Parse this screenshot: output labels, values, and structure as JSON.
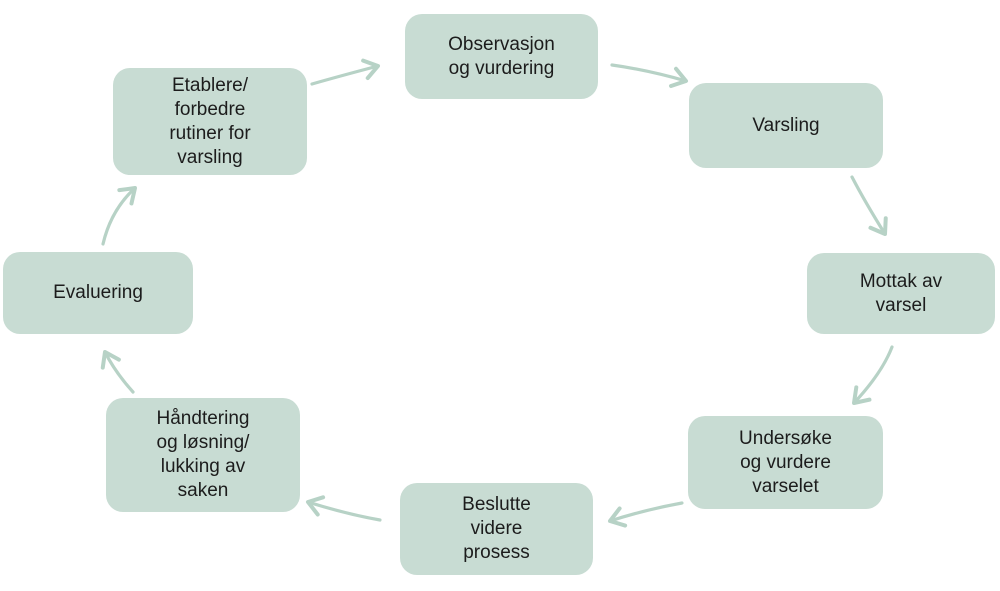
{
  "diagram": {
    "type": "cycle-flowchart",
    "language": "Norwegian",
    "colors": {
      "background": "#ffffff",
      "box_fill": "#c8dcd3",
      "arrow": "#b7d2c6",
      "text": "#1c1c1c"
    },
    "nodes": [
      {
        "id": "observasjon-og-vurdering",
        "label": "Observasjon\nog vurdering"
      },
      {
        "id": "varsling",
        "label": "Varsling"
      },
      {
        "id": "mottak-av-varsel",
        "label": "Mottak av\nvarsel"
      },
      {
        "id": "undersoke-og-vurdere-varselet",
        "label": "Undersøke\nog vurdere\nvarselet"
      },
      {
        "id": "beslutte-videre-prosess",
        "label": "Beslutte\nvidere\nprosess"
      },
      {
        "id": "handtering-og-losning-lukking-av-saken",
        "label": "Håndtering\nog løsning/\nlukking av\nsaken"
      },
      {
        "id": "evaluering",
        "label": "Evaluering"
      },
      {
        "id": "etablere-forbedre-rutiner-for-varsling",
        "label": "Etablere/\nforbedre\nrutiner for\nvarsling"
      }
    ],
    "flow_order": [
      "observasjon-og-vurdering",
      "varsling",
      "mottak-av-varsel",
      "undersoke-og-vurdere-varselet",
      "beslutte-videre-prosess",
      "handtering-og-losning-lukking-av-saken",
      "evaluering",
      "etablere-forbedre-rutiner-for-varsling"
    ]
  }
}
